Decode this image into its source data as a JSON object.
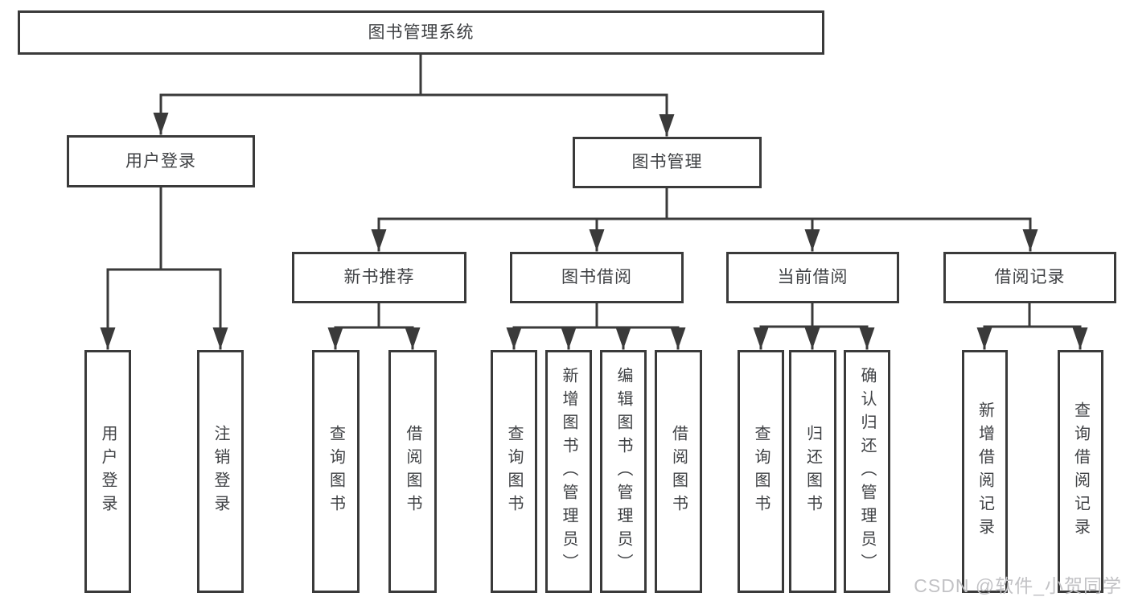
{
  "diagram": {
    "tree": {
      "label": "图书管理系统",
      "children": [
        {
          "label": "用户登录",
          "children": [
            {
              "label": "用户登录"
            },
            {
              "label": "注销登录"
            }
          ]
        },
        {
          "label": "图书管理",
          "children": [
            {
              "label": "新书推荐",
              "children": [
                {
                  "label": "查询图书"
                },
                {
                  "label": "借阅图书"
                }
              ]
            },
            {
              "label": "图书借阅",
              "children": [
                {
                  "label": "查询图书"
                },
                {
                  "label": "新增图书（管理员）"
                },
                {
                  "label": "编辑图书（管理员）"
                },
                {
                  "label": "借阅图书"
                }
              ]
            },
            {
              "label": "当前借阅",
              "children": [
                {
                  "label": "查询图书"
                },
                {
                  "label": "归还图书"
                },
                {
                  "label": "确认归还（管理员）"
                }
              ]
            },
            {
              "label": "借阅记录",
              "children": [
                {
                  "label": "新增借阅记录"
                },
                {
                  "label": "查询借阅记录"
                }
              ]
            }
          ]
        }
      ]
    }
  },
  "watermark": {
    "text": "CSDN @软件_小贺同学"
  },
  "colors": {
    "line": "#3a3a3a",
    "text": "#3f4144",
    "box_fill": "#ffffff",
    "background": "#ffffff",
    "watermark": "#c2c2c5"
  }
}
